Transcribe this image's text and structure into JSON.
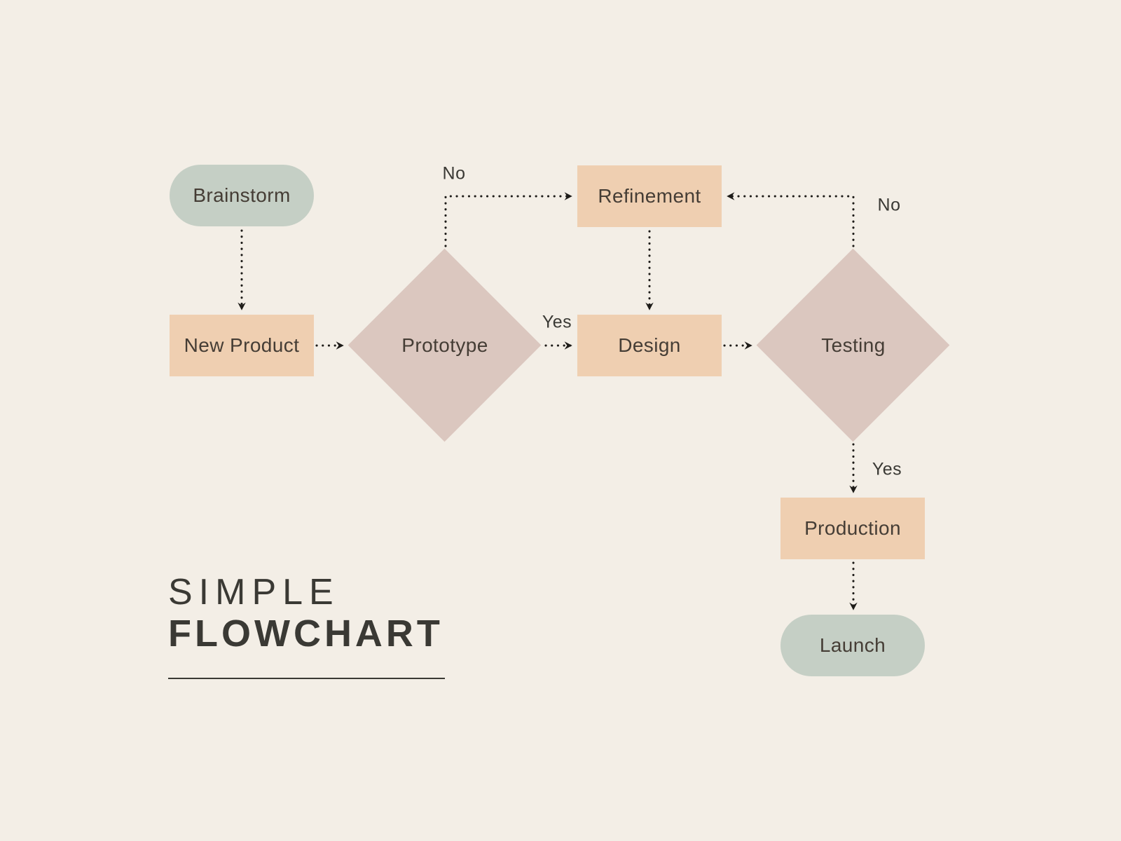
{
  "title": {
    "line1": "SIMPLE",
    "line2": "FLOWCHART"
  },
  "colors": {
    "bg": "#f3eee6",
    "peach": "#efcfb1",
    "sage": "#c5cfc5",
    "rose": "#dbc7bf",
    "ink": "#453d35",
    "line": "#1d1b18",
    "title": "#3a3934"
  },
  "nodes": {
    "brainstorm": {
      "label": "Brainstorm",
      "shape": "pill"
    },
    "new_product": {
      "label": "New Product",
      "shape": "rect"
    },
    "prototype": {
      "label": "Prototype",
      "shape": "diamond"
    },
    "refinement": {
      "label": "Refinement",
      "shape": "rect"
    },
    "design": {
      "label": "Design",
      "shape": "rect"
    },
    "testing": {
      "label": "Testing",
      "shape": "diamond"
    },
    "production": {
      "label": "Production",
      "shape": "rect"
    },
    "launch": {
      "label": "Launch",
      "shape": "pill"
    }
  },
  "edges": [
    {
      "from": "Brainstorm",
      "to": "New Product",
      "label": ""
    },
    {
      "from": "New Product",
      "to": "Prototype",
      "label": ""
    },
    {
      "from": "Prototype",
      "to": "Refinement",
      "label": "No"
    },
    {
      "from": "Prototype",
      "to": "Design",
      "label": "Yes"
    },
    {
      "from": "Refinement",
      "to": "Design",
      "label": ""
    },
    {
      "from": "Design",
      "to": "Testing",
      "label": ""
    },
    {
      "from": "Testing",
      "to": "Refinement",
      "label": "No"
    },
    {
      "from": "Testing",
      "to": "Production",
      "label": "Yes"
    },
    {
      "from": "Production",
      "to": "Launch",
      "label": ""
    }
  ]
}
